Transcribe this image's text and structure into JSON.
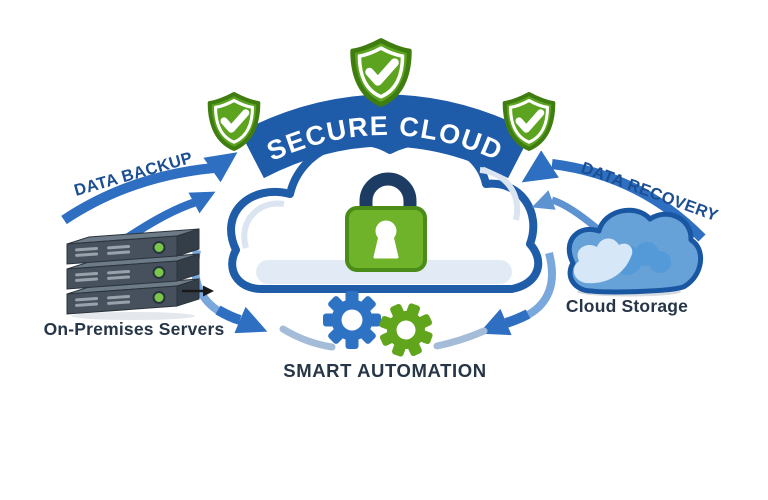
{
  "banner": {
    "label": "SECURE CLOUD",
    "color": "#1e5ba9",
    "text_color": "#ffffff"
  },
  "flows": {
    "backup": {
      "label": "DATA BACKUP",
      "from": "on-premises-servers",
      "to": "secure-cloud"
    },
    "recovery": {
      "label": "DATA RECOVERY",
      "from": "cloud-storage",
      "to": "secure-cloud"
    }
  },
  "nodes": {
    "secure_cloud": {
      "icon": "cloud-padlock-icon"
    },
    "servers": {
      "label": "On-Premises Servers",
      "icon": "server-stack-icon"
    },
    "storage": {
      "label": "Cloud Storage",
      "icon": "cloud-icon"
    },
    "automation": {
      "label": "SMART AUTOMATION",
      "icon": "gears-icon"
    }
  },
  "badges": [
    "shield-check-icon",
    "shield-check-icon",
    "shield-check-icon"
  ],
  "colors": {
    "banner_blue": "#1e5ba9",
    "arrow_blue": "#2e6fc2",
    "arrow_light_blue": "#7aa7dc",
    "swoosh_blue_gray": "#a4bcd8",
    "shield_green": "#5ca31f",
    "shield_border_green": "#3f7d11",
    "lock_body_green": "#6fb32a",
    "lock_shackle_navy": "#1c3c63",
    "cloud_outline_blue": "#1f5da9",
    "storage_cloud_fill": "#66a1d8",
    "server_gray": "#46515d",
    "led_green": "#79c64b",
    "node_label_navy": "#273647",
    "flow_label_blue": "#1c4e92",
    "background": "#ffffff"
  }
}
